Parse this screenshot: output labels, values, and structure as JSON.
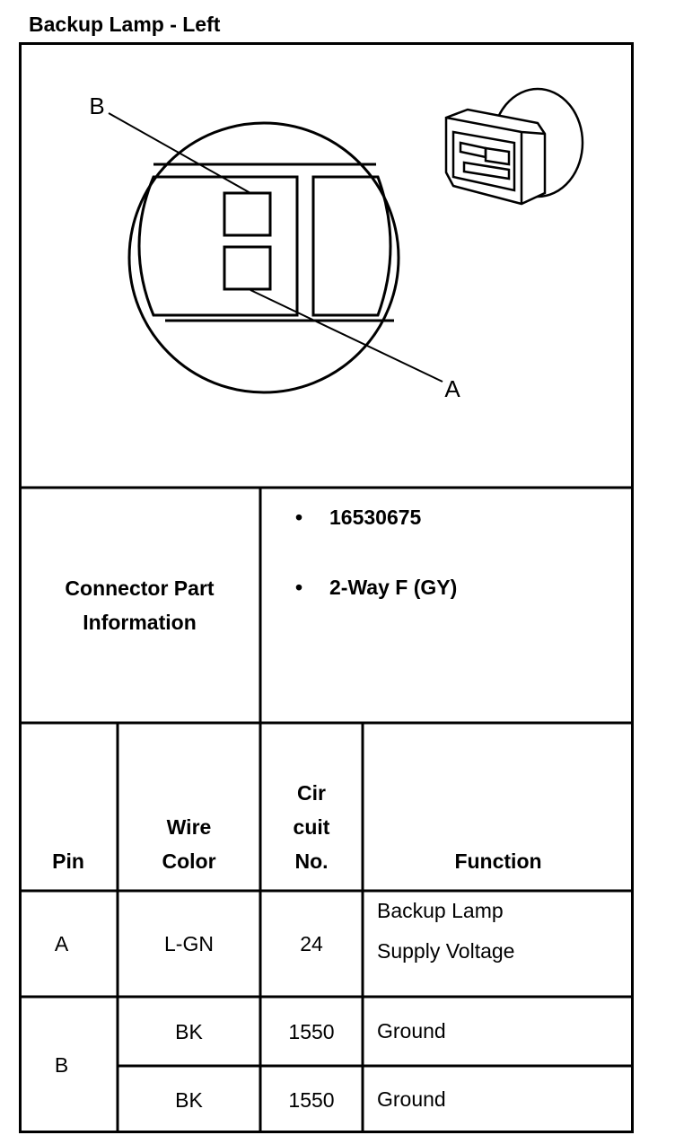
{
  "title": "Backup Lamp - Left",
  "diagram": {
    "label_b": "B",
    "label_a": "A"
  },
  "connector_info": {
    "label_line1": "Connector Part",
    "label_line2": "Information",
    "items": [
      "16530675",
      "2-Way F (GY)"
    ]
  },
  "table": {
    "headers": {
      "pin": "Pin",
      "wire_line1": "Wire",
      "wire_line2": "Color",
      "circuit_line1": "Cir",
      "circuit_line2": "cuit",
      "circuit_line3": "No.",
      "function": "Function"
    },
    "rows": [
      {
        "pin": "A",
        "wire": "L-GN",
        "circuit": "24",
        "function_line1": "Backup Lamp",
        "function_line2": "Supply Voltage"
      },
      {
        "pin": "B",
        "wire": "BK",
        "circuit": "1550",
        "function_line1": "Ground"
      },
      {
        "pin": "",
        "wire": "BK",
        "circuit": "1550",
        "function_line1": "Ground"
      }
    ]
  }
}
